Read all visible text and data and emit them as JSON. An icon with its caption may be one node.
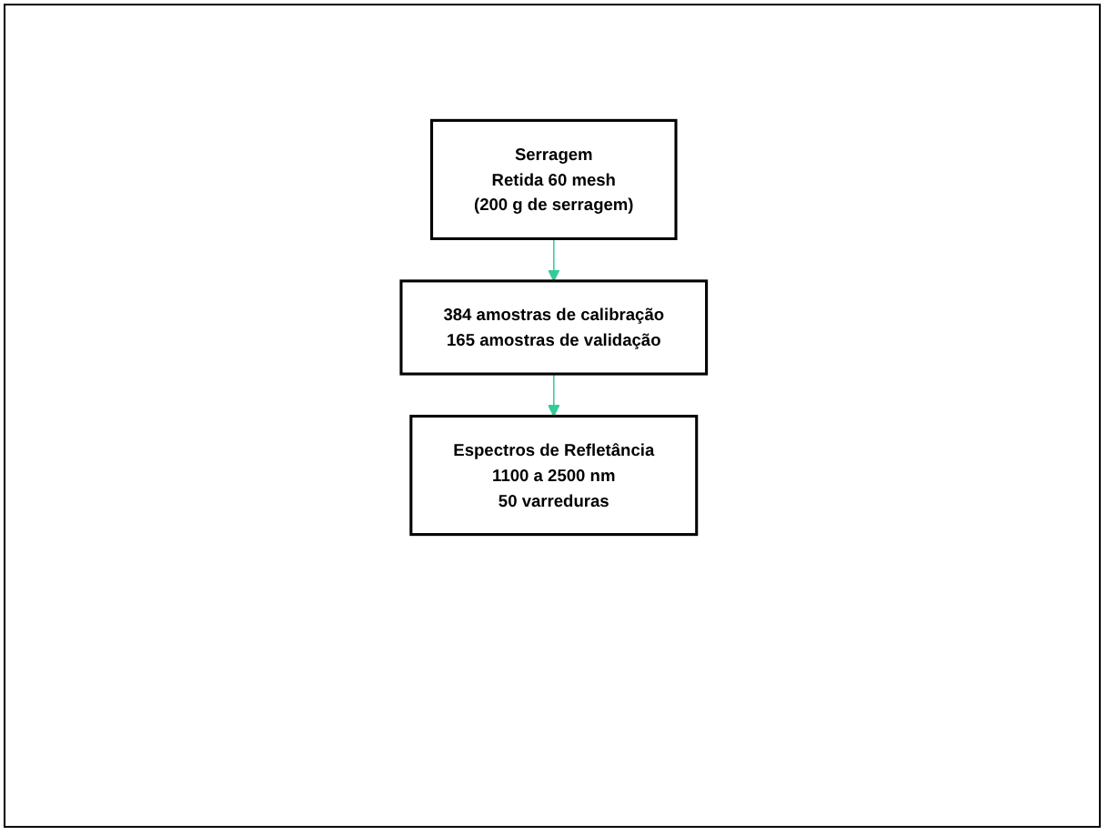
{
  "diagram": {
    "nodes": [
      {
        "text": [
          "Serragem",
          "Retida 60 mesh",
          "(200 g de serragem)"
        ]
      },
      {
        "text": [
          "384 amostras de calibração",
          "165 amostras de validação"
        ]
      },
      {
        "text": [
          "Espectros de Refletância",
          "1100 a 2500 nm",
          "50 varreduras"
        ]
      }
    ],
    "edges": [
      {
        "from": 0,
        "to": 1,
        "arrow": "to",
        "color": "#33cc99"
      },
      {
        "from": 1,
        "to": 2,
        "arrow": "to",
        "color": "#33cc99"
      }
    ]
  }
}
